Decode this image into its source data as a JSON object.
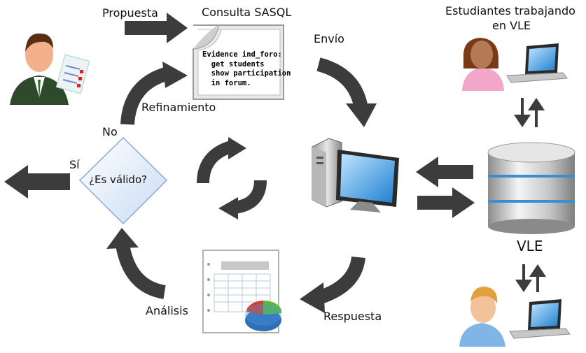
{
  "labels": {
    "propuesta": "Propuesta",
    "consulta": "Consulta SASQL",
    "envio": "Envío",
    "estudiantes_l1": "Estudiantes trabajando",
    "estudiantes_l2": "en VLE",
    "refinamiento": "Refinamiento",
    "no": "No",
    "si": "Sí",
    "decision": "¿Es válido?",
    "vle": "VLE",
    "analisis": "Análisis",
    "respuesta": "Respuesta"
  },
  "query": {
    "line1": "Evidence ind_foro:",
    "line2": "  get students",
    "line3": "  show participation",
    "line4": "  in forum."
  },
  "icons": [
    "teacher-icon",
    "document-icon",
    "computer-icon",
    "database-icon",
    "student-female-icon",
    "student-male-icon",
    "laptop-icon",
    "spreadsheet-icon",
    "pie-chart-icon",
    "refresh-cycle-icon"
  ],
  "colors": {
    "arrow": "#3c3c3c",
    "diamond_fill": "#dde9f8",
    "diamond_stroke": "#8aa9d6",
    "db_band": "#3a8fd0"
  }
}
